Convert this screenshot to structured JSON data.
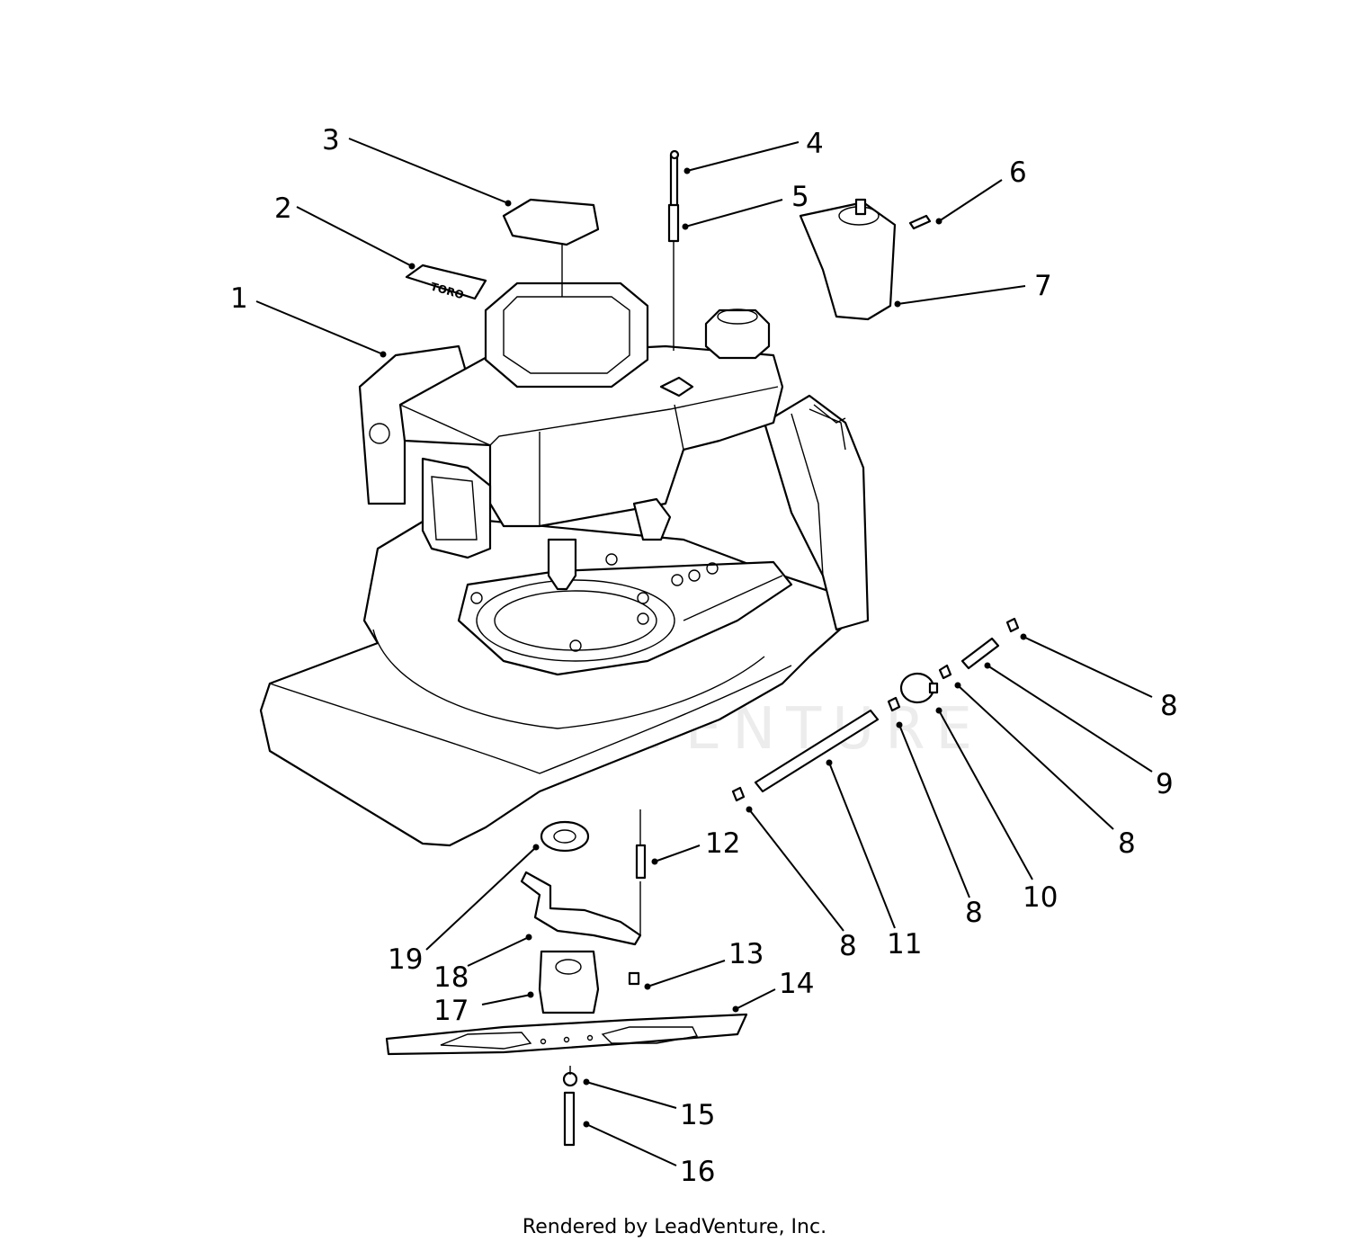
{
  "diagram": {
    "watermark": "LEADVENTURE",
    "callouts": [
      "1",
      "2",
      "3",
      "4",
      "5",
      "6",
      "7",
      "8",
      "8",
      "9",
      "8",
      "10",
      "8",
      "8",
      "11",
      "12",
      "13",
      "14",
      "15",
      "16",
      "17",
      "18",
      "19"
    ],
    "decal_text": "TORO"
  },
  "footer": {
    "credit": "Rendered by LeadVenture, Inc."
  }
}
